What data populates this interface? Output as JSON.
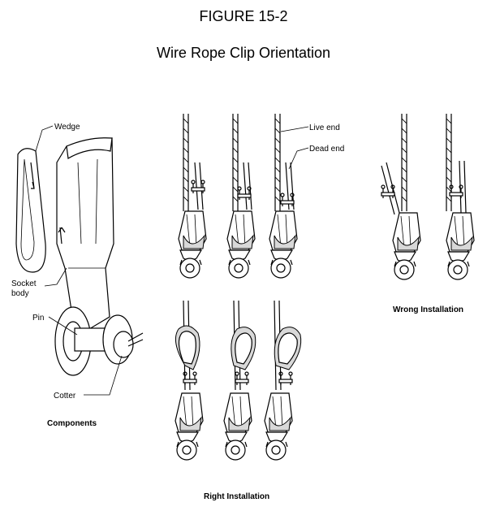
{
  "figure": {
    "number": "FIGURE 15-2",
    "caption": "Wire Rope Clip Orientation"
  },
  "components": {
    "labels": {
      "wedge": "Wedge",
      "socket_body_line1": "Socket",
      "socket_body_line2": "body",
      "pin": "Pin",
      "cotter": "Cotter"
    },
    "caption": "Components"
  },
  "right_installation": {
    "labels": {
      "live_end": "Live end",
      "dead_end": "Dead end"
    },
    "caption": "Right Installation"
  },
  "wrong_installation": {
    "caption": "Wrong Installation"
  }
}
